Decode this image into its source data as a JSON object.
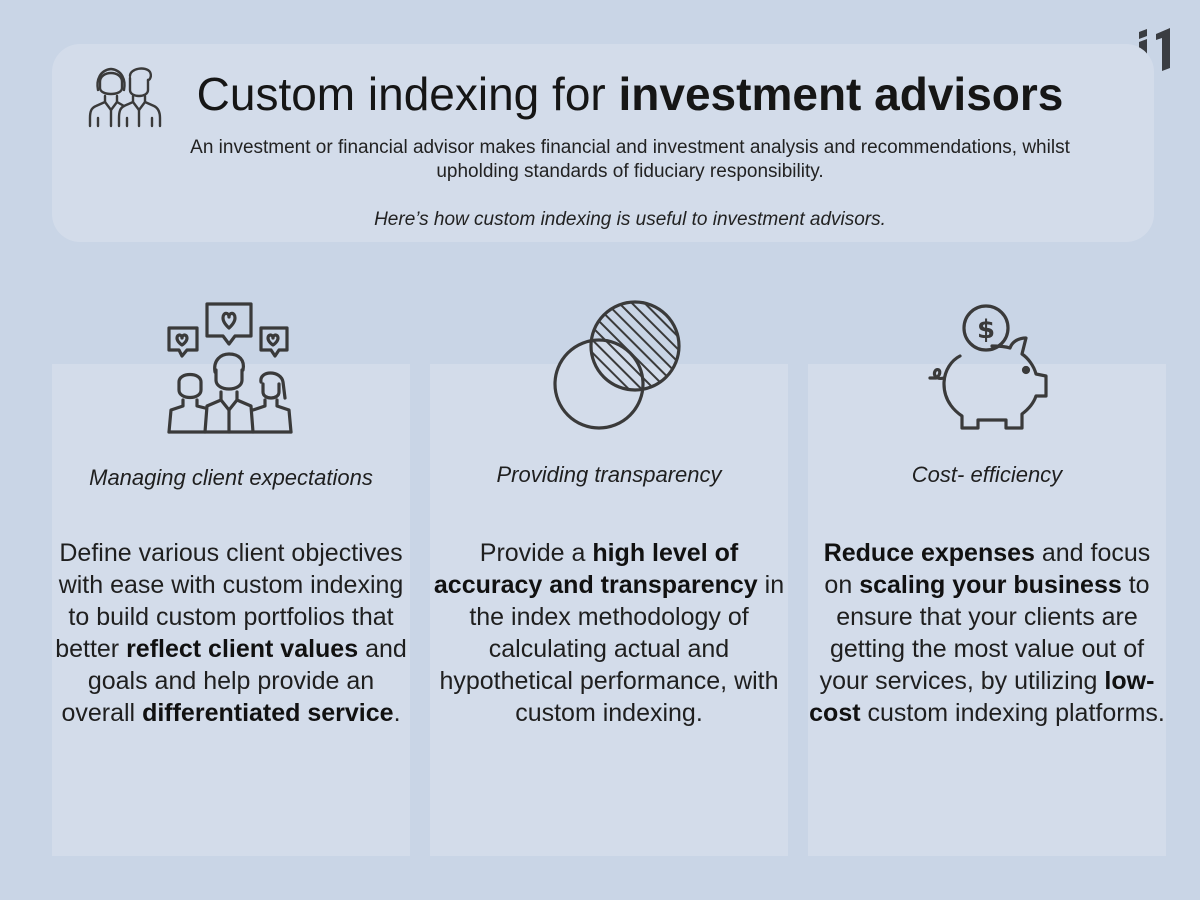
{
  "header": {
    "title_plain": "Custom indexing for ",
    "title_bold": "investment advisors",
    "description": "An investment or financial advisor makes financial and investment analysis and recommendations, whilst upholding standards of fiduciary responsibility.",
    "lead": "Here’s how custom indexing is useful to investment advisors."
  },
  "cards": [
    {
      "icon": "people-hearts-icon",
      "title": "Managing client expectations",
      "body": [
        {
          "t": "Define various client objectives with ease with custom indexing to build custom portfolios that better ",
          "b": false
        },
        {
          "t": "reflect client values",
          "b": true
        },
        {
          "t": " and goals and help provide an overall ",
          "b": false
        },
        {
          "t": "differentiated service",
          "b": true
        },
        {
          "t": ".",
          "b": false
        }
      ]
    },
    {
      "icon": "venn-circles-icon",
      "title": "Providing transparency",
      "body": [
        {
          "t": "Provide a ",
          "b": false
        },
        {
          "t": "high level of accuracy and transparency",
          "b": true
        },
        {
          "t": " in the index methodology of calculating actual and hypothetical performance, with custom indexing.",
          "b": false
        }
      ]
    },
    {
      "icon": "piggy-bank-icon",
      "title": "Cost- efficiency",
      "body": [
        {
          "t": "Reduce expenses",
          "b": true
        },
        {
          "t": " and focus on ",
          "b": false
        },
        {
          "t": "scaling your business",
          "b": true
        },
        {
          "t": " to ensure that your clients are getting the most value out of your services, by utilizing ",
          "b": false
        },
        {
          "t": "low-cost",
          "b": true
        },
        {
          "t": " custom indexing platforms.",
          "b": false
        }
      ]
    }
  ],
  "colors": {
    "background": "#c9d5e6",
    "panel": "#d3dcea",
    "icon_stroke": "#3a3a3a"
  }
}
